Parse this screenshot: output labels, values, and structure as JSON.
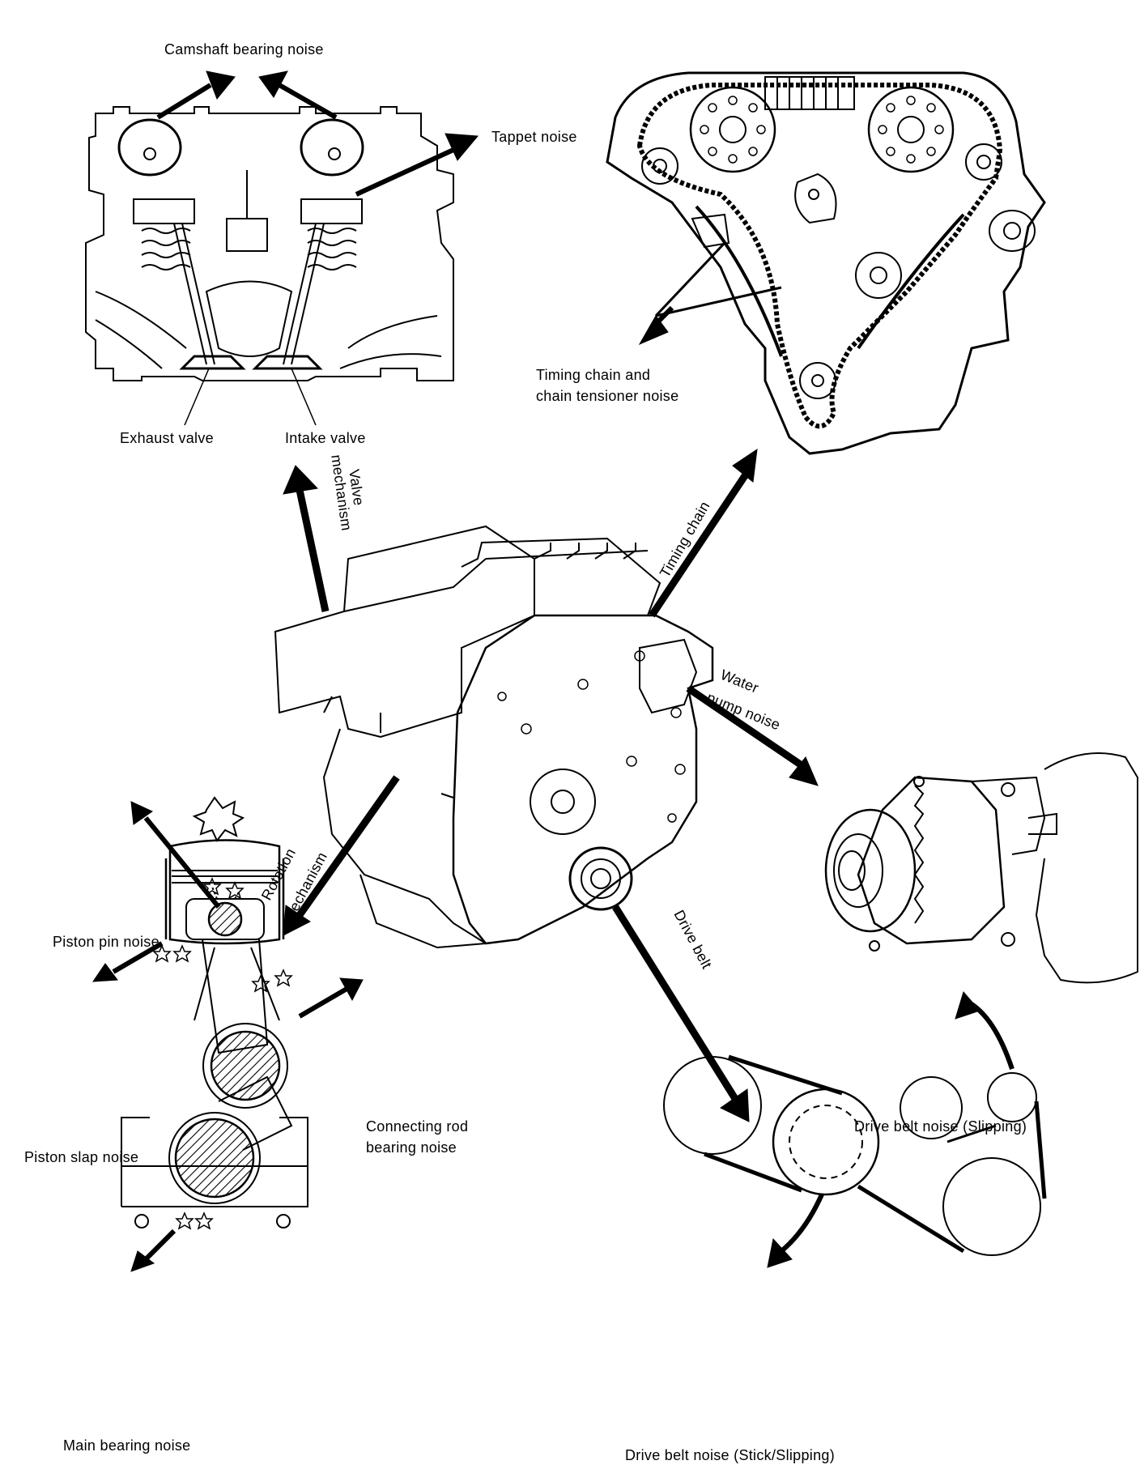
{
  "labels": {
    "camshaft": "Camshaft bearing noise",
    "tappet": "Tappet noise",
    "exhaust_valve": "Exhaust valve",
    "intake_valve": "Intake valve",
    "timing_noise_1": "Timing chain and",
    "timing_noise_2": "chain tensioner noise",
    "valve_mech_1": "Valve",
    "valve_mech_2": "mechanism",
    "timing_chain": "Timing chain",
    "water_pump_1": "Water",
    "water_pump_2": "pump noise",
    "rotation_1": "Rotation",
    "rotation_2": "mechanism",
    "drive_belt": "Drive belt",
    "piston_pin": "Piston pin noise",
    "piston_slap": "Piston slap noise",
    "conrod_1": "Connecting rod",
    "conrod_2": "bearing noise",
    "main_bearing": "Main bearing noise",
    "belt_slipping": "Drive belt noise (Slipping)",
    "belt_stick": "Drive belt noise (Stick/Slipping)"
  }
}
